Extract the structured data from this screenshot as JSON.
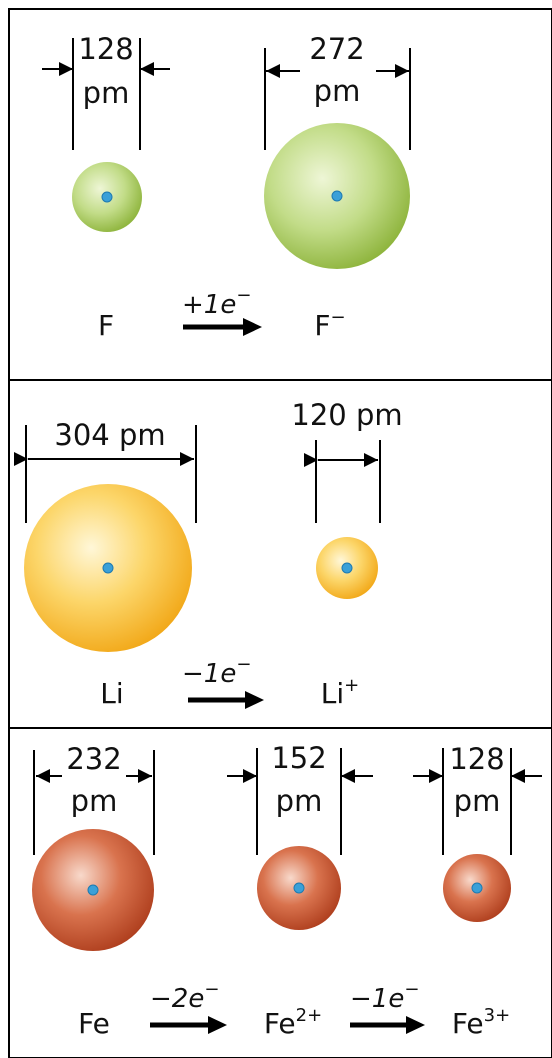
{
  "panels": [
    {
      "atoms": [
        {
          "symbol": "F",
          "charge": "",
          "radius_pm": 128,
          "dim_num": "128",
          "dim_unit": "pm",
          "color": "#9cc44a"
        },
        {
          "symbol": "F",
          "charge": "−",
          "radius_pm": 272,
          "dim_num": "272",
          "dim_unit": "pm",
          "color": "#9cc44a"
        }
      ],
      "reactions": [
        {
          "sign": "+1",
          "e": "e",
          "esup": "−"
        }
      ]
    },
    {
      "atoms": [
        {
          "symbol": "Li",
          "charge": "",
          "radius_pm": 304,
          "dim_label": "304 pm",
          "color": "#f6b726"
        },
        {
          "symbol": "Li",
          "charge": "+",
          "radius_pm": 120,
          "dim_label": "120 pm",
          "color": "#f6b726"
        }
      ],
      "reactions": [
        {
          "sign": "−1",
          "e": "e",
          "esup": "−"
        }
      ]
    },
    {
      "atoms": [
        {
          "symbol": "Fe",
          "charge": "",
          "radius_pm": 232,
          "dim_num": "232",
          "dim_unit": "pm",
          "color": "#c8502c"
        },
        {
          "symbol": "Fe",
          "charge": "2+",
          "radius_pm": 152,
          "dim_num": "152",
          "dim_unit": "pm",
          "color": "#c8502c"
        },
        {
          "symbol": "Fe",
          "charge": "3+",
          "radius_pm": 128,
          "dim_num": "128",
          "dim_unit": "pm",
          "color": "#c8502c"
        }
      ],
      "reactions": [
        {
          "sign": "−2",
          "e": "e",
          "esup": "−"
        },
        {
          "sign": "−1",
          "e": "e",
          "esup": "−"
        }
      ]
    }
  ]
}
